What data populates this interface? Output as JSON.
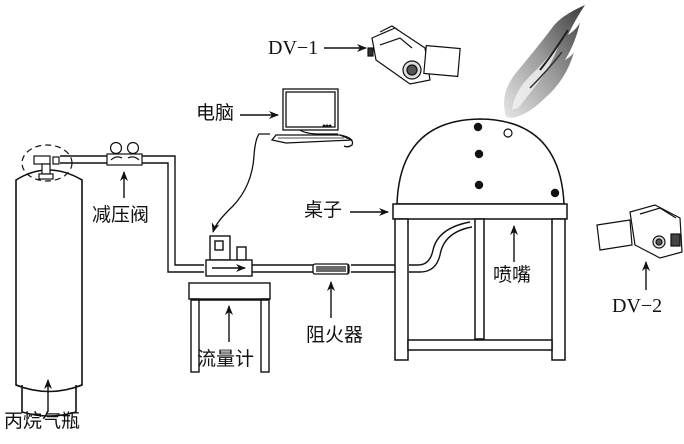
{
  "diagram": {
    "title": "",
    "labels": {
      "dv1": "DV−1",
      "dv2": "DV−2",
      "computer": "电脑",
      "regulator": "减压阀",
      "table": "桌子",
      "nozzle": "喷嘴",
      "flashback_arrestor": "阻火器",
      "flowmeter": "流量计",
      "propane_cylinder": "丙烷气瓶"
    },
    "components": [
      {
        "id": "propane_cylinder",
        "label": "丙烷气瓶"
      },
      {
        "id": "regulator",
        "label": "减压阀"
      },
      {
        "id": "flowmeter",
        "label": "流量计"
      },
      {
        "id": "computer",
        "label": "电脑"
      },
      {
        "id": "flashback_arrestor",
        "label": "阻火器"
      },
      {
        "id": "table",
        "label": "桌子"
      },
      {
        "id": "nozzle",
        "label": "喷嘴"
      },
      {
        "id": "camera_dv1",
        "label": "DV−1"
      },
      {
        "id": "camera_dv2",
        "label": "DV−2"
      },
      {
        "id": "flame",
        "label": ""
      }
    ],
    "connections": [
      {
        "from": "propane_cylinder",
        "to": "regulator",
        "type": "pipe"
      },
      {
        "from": "regulator",
        "to": "flowmeter",
        "type": "pipe"
      },
      {
        "from": "flowmeter",
        "to": "flashback_arrestor",
        "type": "pipe"
      },
      {
        "from": "flashback_arrestor",
        "to": "nozzle",
        "type": "pipe"
      },
      {
        "from": "computer",
        "to": "flowmeter",
        "type": "cable"
      }
    ],
    "colors": {
      "line": "#111111",
      "fill": "#ffffff",
      "flame_dark": "#555555",
      "flame_light": "#d8d8d8"
    }
  }
}
